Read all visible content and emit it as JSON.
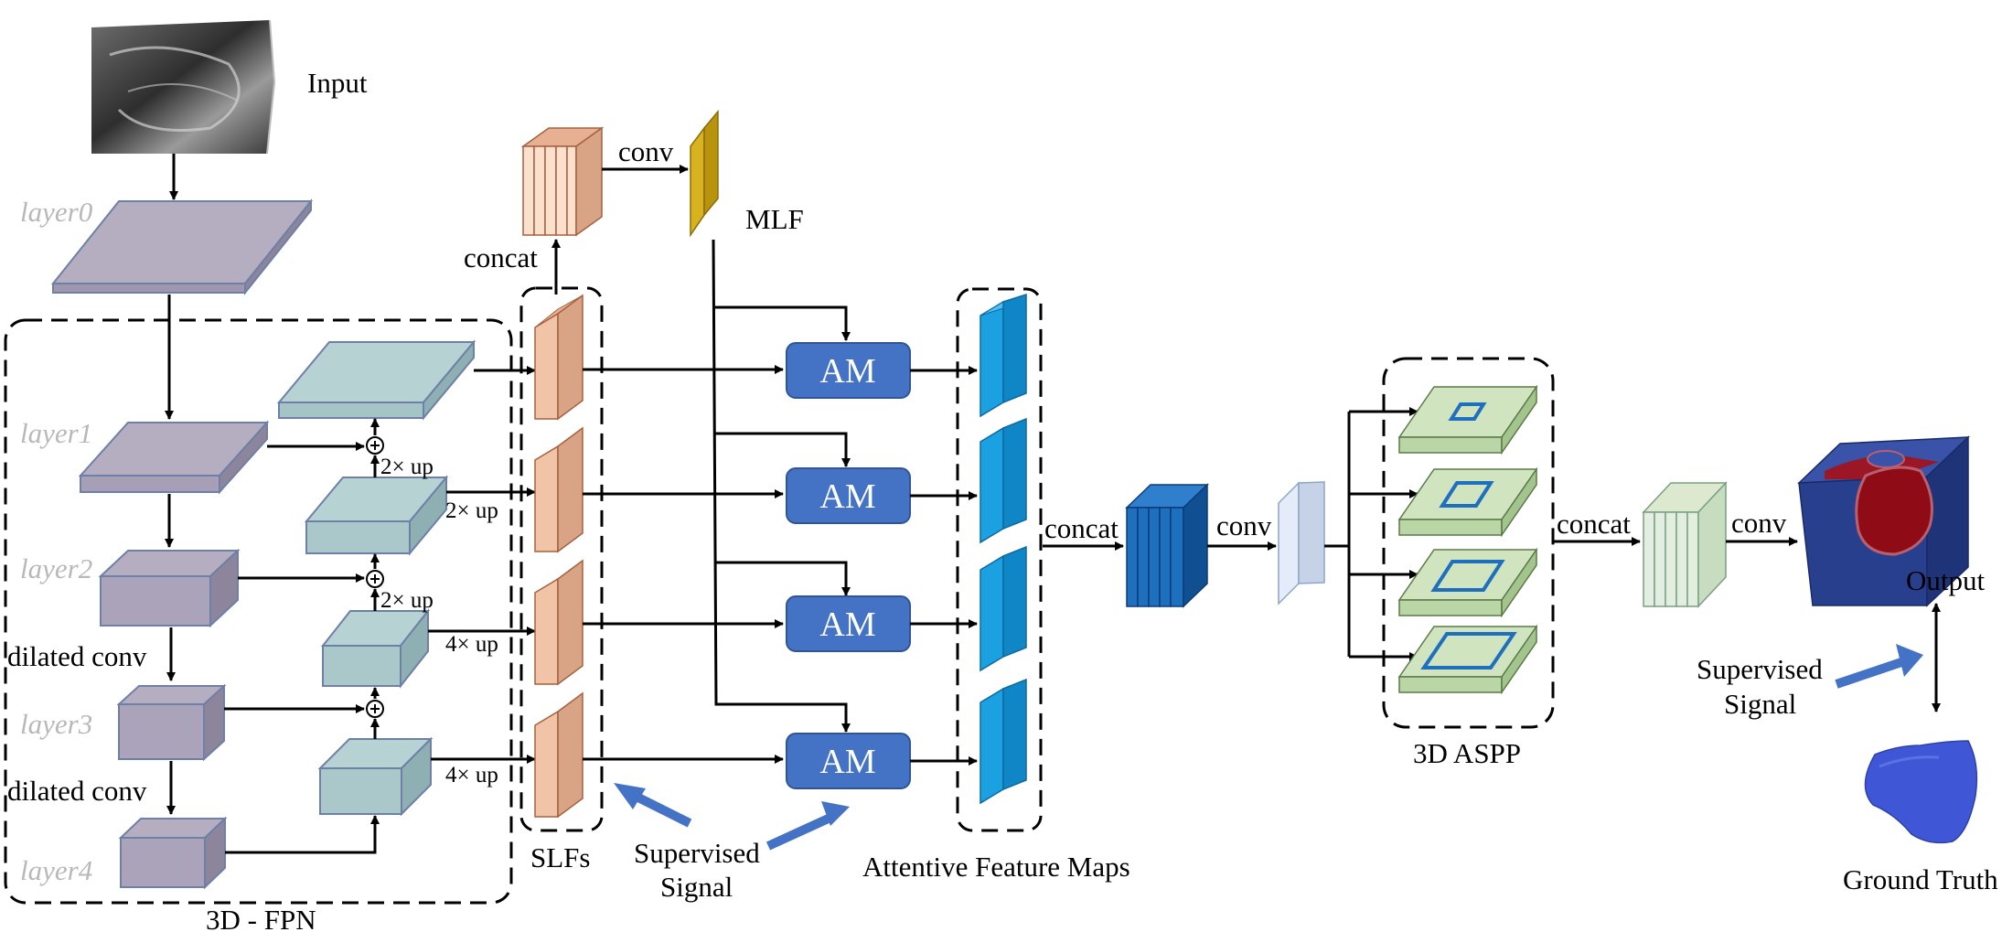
{
  "labels": {
    "input": "Input",
    "concat_top": "concat",
    "conv_top": "conv",
    "mlf": "MLF",
    "slfs": "SLFs",
    "attentive_maps": "Attentive Feature Maps",
    "concat_mid": "concat",
    "conv_mid": "conv",
    "concat_right": "concat",
    "conv_right": "conv",
    "aspp": "3D ASPP",
    "output": "Output",
    "ground_truth": "Ground Truth",
    "fpn": "3D - FPN",
    "dilated1": "dilated conv",
    "dilated2": "dilated conv",
    "up_2x_a": "2× up",
    "up_2x_b": "2× up",
    "up_2x_c": "2× up",
    "up_4x_a": "4× up",
    "up_4x_b": "4× up",
    "sup_mid_1": "Supervised",
    "sup_mid_2": "Signal",
    "sup_right_1": "Supervised",
    "sup_right_2": "Signal"
  },
  "layers": [
    "layer0",
    "layer1",
    "layer2",
    "layer3",
    "layer4"
  ],
  "am_blocks": [
    "AM",
    "AM",
    "AM",
    "AM"
  ],
  "colors": {
    "encoder": "#b5aec1",
    "decoder": "#b6d2d3",
    "slf": "#f1c4a7",
    "mlf": "#d8b21f",
    "am": "#4472c4",
    "attentive": "#1ba1e2",
    "concat_blue": "#1f6fbf",
    "aspp": "#cfe4bf",
    "output_bg": "#283f8e",
    "output_fg": "#8f0b16",
    "ground_truth": "#3f57d6",
    "signal_arrow": "#4472c4"
  }
}
